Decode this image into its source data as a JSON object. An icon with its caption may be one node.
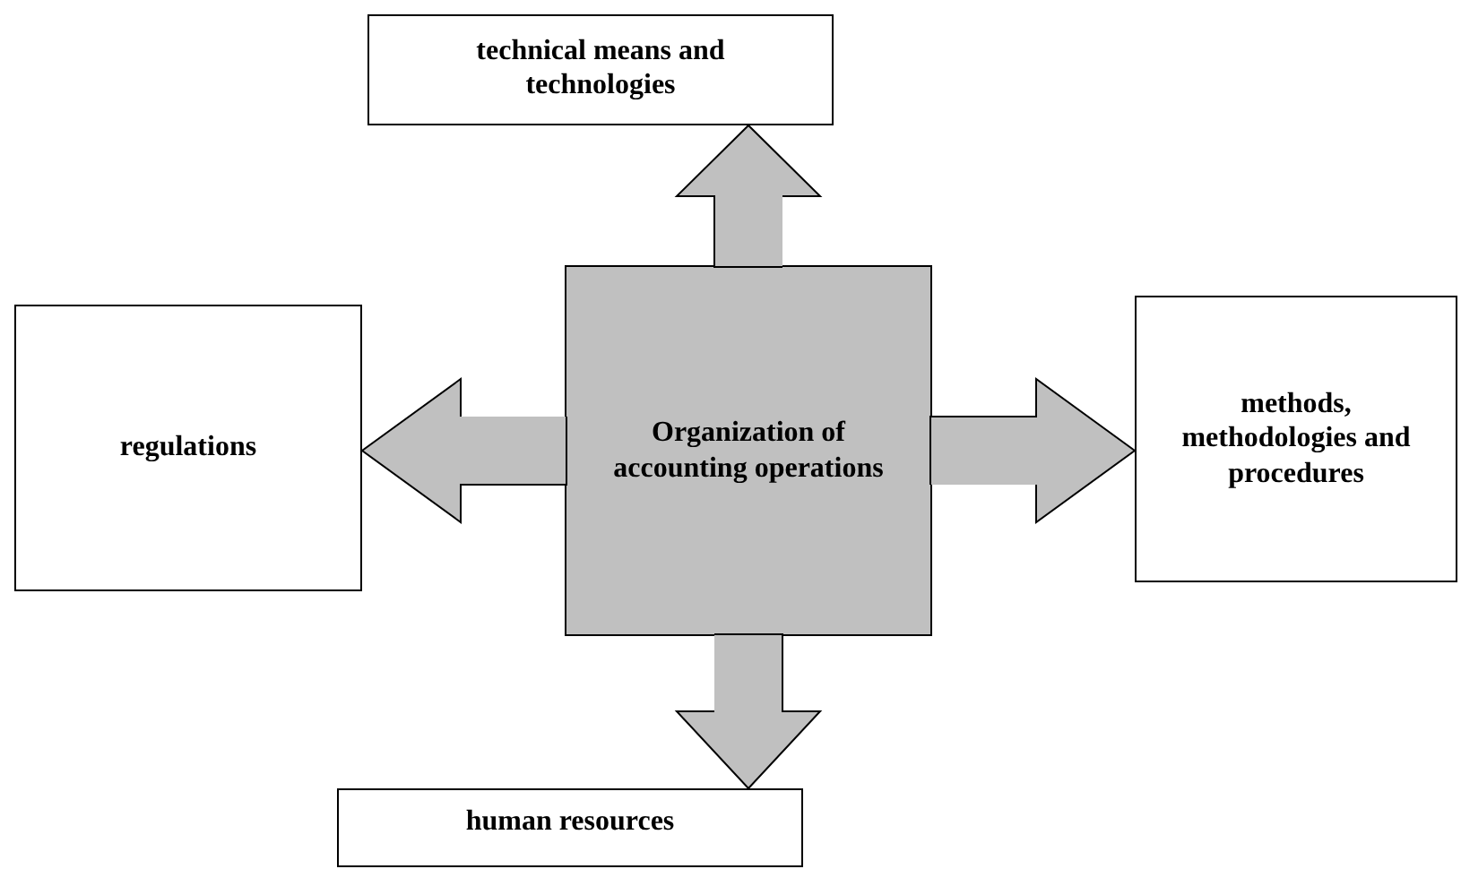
{
  "diagram": {
    "nodes": [
      {
        "text": [
          "Organization of accounting operations"
        ]
      },
      {
        "text": [
          "technical means and technologies"
        ]
      },
      {
        "text": [
          "regulations"
        ]
      },
      {
        "text": [
          "methods, methodologies and procedures"
        ]
      },
      {
        "text": [
          "human resources"
        ]
      }
    ],
    "edges": [
      {
        "from": 0,
        "to": 1,
        "arrow": "to"
      },
      {
        "from": 0,
        "to": 2,
        "arrow": "to"
      },
      {
        "from": 0,
        "to": 3,
        "arrow": "to"
      },
      {
        "from": 0,
        "to": 4,
        "arrow": "to"
      }
    ]
  }
}
